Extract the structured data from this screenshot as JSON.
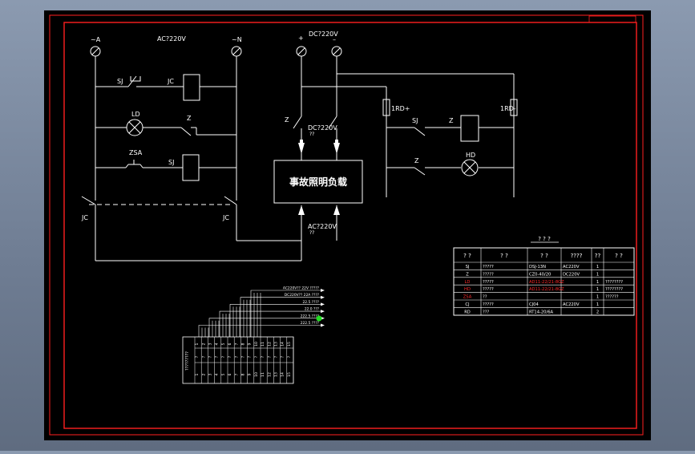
{
  "colors": {
    "canvas": "#000000",
    "wire": "#ffffff",
    "frame": "#ff2020",
    "highlight": "#ff2a2a",
    "node": "#22dd22"
  },
  "terminals": {
    "ac_a": "~A",
    "ac_n": "~N",
    "ac_supply": "AC?220V",
    "dc_plus": "+",
    "dc_minus": "–",
    "dc_supply": "DC?220V"
  },
  "left_circuit": {
    "sj_contact": "SJ",
    "jc_coil": "JC",
    "ld_lamp": "LD",
    "z_contact": "Z",
    "zsa_button": "ZSA",
    "sj_coil": "SJ",
    "jc_left": "JC",
    "jc_right": "JC"
  },
  "center": {
    "z_switch": "Z",
    "dc_label": "DC?220V",
    "dc_sub": "??",
    "load_box": "事故照明负载",
    "ac_label": "AC?220V",
    "ac_sub": "??"
  },
  "right_circuit": {
    "fuse_plus": "1RD+",
    "fuse_minus": "1RD-",
    "sj_contact": "SJ",
    "z_coil": "Z",
    "hd_lamp": "HD",
    "z_contact": "Z"
  },
  "bom": {
    "title": "? ? ?",
    "headers": [
      "? ?",
      "? ?",
      "? ?",
      "????",
      "??",
      "? ?"
    ],
    "rows": [
      {
        "code": "SJ",
        "name": "?????",
        "model": "DSJ-13N",
        "spec": "AC220V",
        "qty": "1",
        "note": ""
      },
      {
        "code": "Z",
        "name": "?????",
        "model": "CZ0-40/20",
        "spec": "DC220V",
        "qty": "1",
        "note": ""
      },
      {
        "code": "LD",
        "name": "?????",
        "model": "AD11-22/21-8GZ",
        "spec": "",
        "qty": "1",
        "note": "????????"
      },
      {
        "code": "HD",
        "name": "?????",
        "model": "AD11-22/21-8GZ",
        "spec": "",
        "qty": "1",
        "note": "????????"
      },
      {
        "code": "ZSA",
        "name": "??",
        "model": "",
        "spec": "",
        "qty": "1",
        "note": "??????"
      },
      {
        "code": "CJ",
        "name": "?????",
        "model": "CJ04",
        "spec": "AC220V",
        "qty": "1",
        "note": ""
      },
      {
        "code": "RD",
        "name": "???",
        "model": "RT14-20/6A",
        "spec": "",
        "qty": "2",
        "note": ""
      }
    ]
  },
  "terminal_block": {
    "labels": [
      "222.5 ????",
      "222.5 ????",
      "22.0 ???",
      "22.5 ????",
      "DC220V?? 22A ????",
      "AC220V?? 22V ?????"
    ],
    "side": "?????????",
    "row1": [
      "1",
      "2",
      "3",
      "4",
      "5",
      "6",
      "7",
      "8",
      "9",
      "10",
      "11",
      "12",
      "13",
      "14",
      "15"
    ],
    "row2": [
      "?",
      "?",
      "?",
      "?",
      "?",
      "?",
      "?",
      "?",
      "?",
      "?",
      "?",
      "?",
      "?",
      "?",
      "?"
    ],
    "row3": [
      "1",
      "2",
      "3",
      "4",
      "5",
      "6",
      "7",
      "8",
      "9",
      "10",
      "11",
      "12",
      "13",
      "14",
      "15"
    ]
  }
}
